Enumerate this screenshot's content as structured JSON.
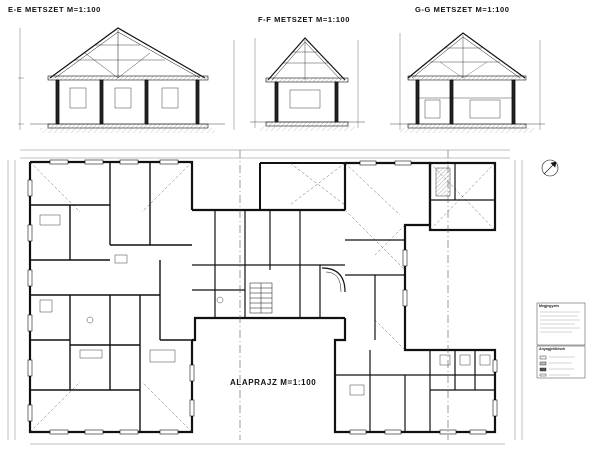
{
  "sections": [
    {
      "title": "E-E METSZET M=1:100"
    },
    {
      "title": "F-F METSZET M=1:100"
    },
    {
      "title": "G-G METSZET M=1:100"
    }
  ],
  "plan": {
    "title": "ALAPRAJZ M=1:100"
  },
  "legend": {
    "heading_1": "Megjegyzés",
    "heading_2": "Anyagjelölések"
  },
  "colors": {
    "line": "#111111",
    "hatch": "#555555",
    "paper": "#ffffff"
  }
}
